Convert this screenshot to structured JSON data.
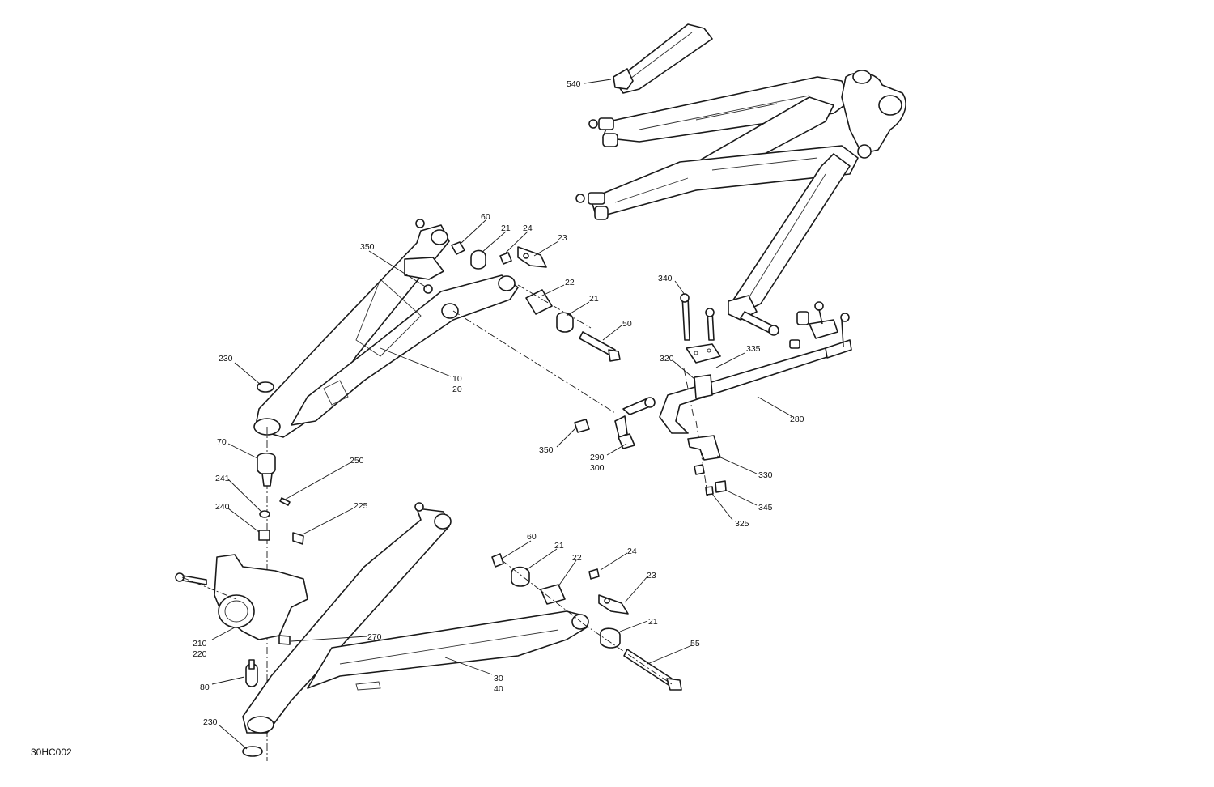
{
  "diagram": {
    "reference_code": "30HC002",
    "callouts": {
      "c540": "540",
      "c60a": "60",
      "c21a": "21",
      "c24a": "24",
      "c23a": "23",
      "c350a": "350",
      "c22a": "22",
      "c21b": "21",
      "c50": "50",
      "c230a": "230",
      "c10": "10",
      "c20": "20",
      "c70": "70",
      "c250": "250",
      "c241": "241",
      "c240": "240",
      "c225": "225",
      "c340": "340",
      "c320": "320",
      "c335": "335",
      "c280": "280",
      "c350b": "350",
      "c290": "290",
      "c300": "300",
      "c330": "330",
      "c345": "345",
      "c325": "325",
      "c60b": "60",
      "c21c": "21",
      "c22b": "22",
      "c24b": "24",
      "c23b": "23",
      "c21d": "21",
      "c55": "55",
      "c210": "210",
      "c220": "220",
      "c270": "270",
      "c30": "30",
      "c40": "40",
      "c80": "80",
      "c230b": "230"
    }
  }
}
